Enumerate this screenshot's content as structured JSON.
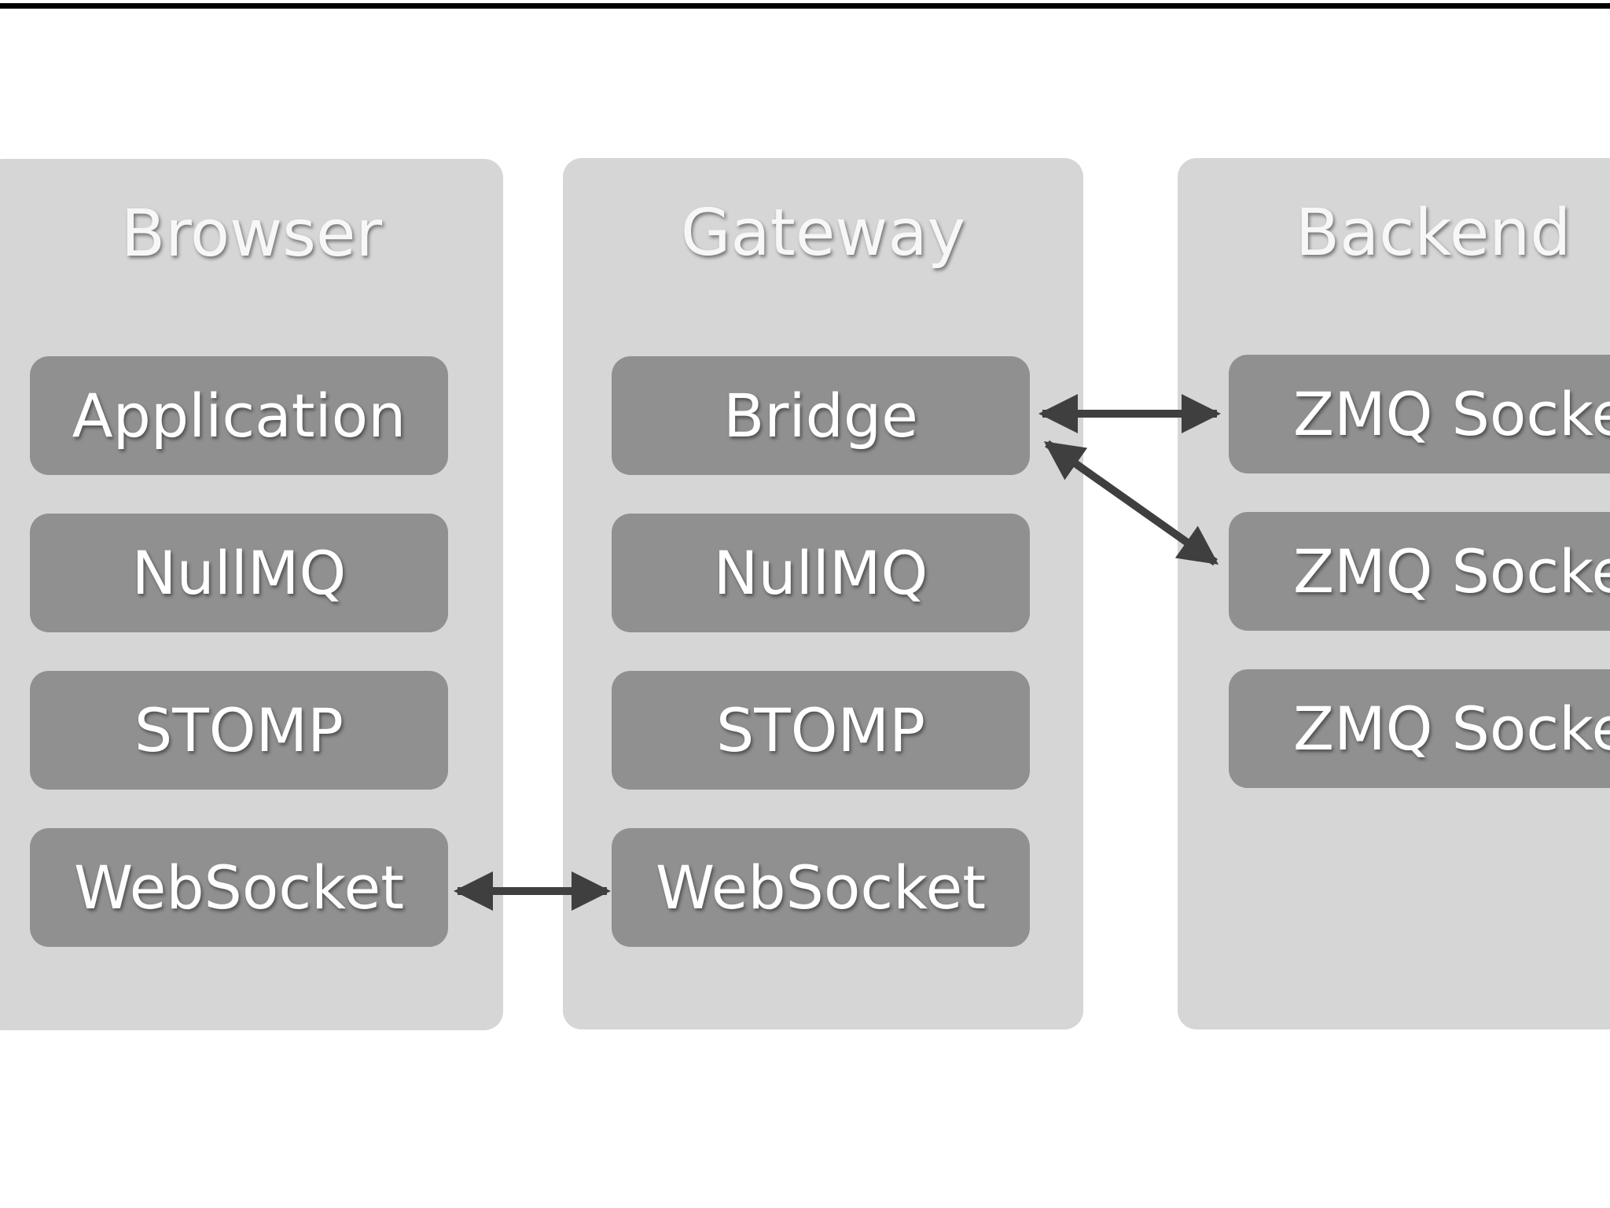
{
  "colors": {
    "background": "#ffffff",
    "rule": "#000000",
    "panel": "#d6d6d6",
    "layer": "#909090",
    "text": "#ffffff",
    "arrow": "#3f3f3f"
  },
  "browser": {
    "title": "Browser",
    "layers": [
      "Application",
      "NullMQ",
      "STOMP",
      "WebSocket"
    ]
  },
  "gateway": {
    "title": "Gateway",
    "layers": [
      "Bridge",
      "NullMQ",
      "STOMP",
      "WebSocket"
    ]
  },
  "backend": {
    "title": "Backend",
    "layers": [
      "ZMQ Socket",
      "ZMQ Socket",
      "ZMQ Socket"
    ]
  },
  "connections": [
    {
      "from": "browser-websocket",
      "to": "gateway-websocket",
      "type": "bidirectional"
    },
    {
      "from": "gateway-bridge",
      "to": "backend-zmq-socket-1",
      "type": "bidirectional"
    },
    {
      "from": "gateway-bridge",
      "to": "backend-zmq-socket-2",
      "type": "bidirectional"
    }
  ]
}
